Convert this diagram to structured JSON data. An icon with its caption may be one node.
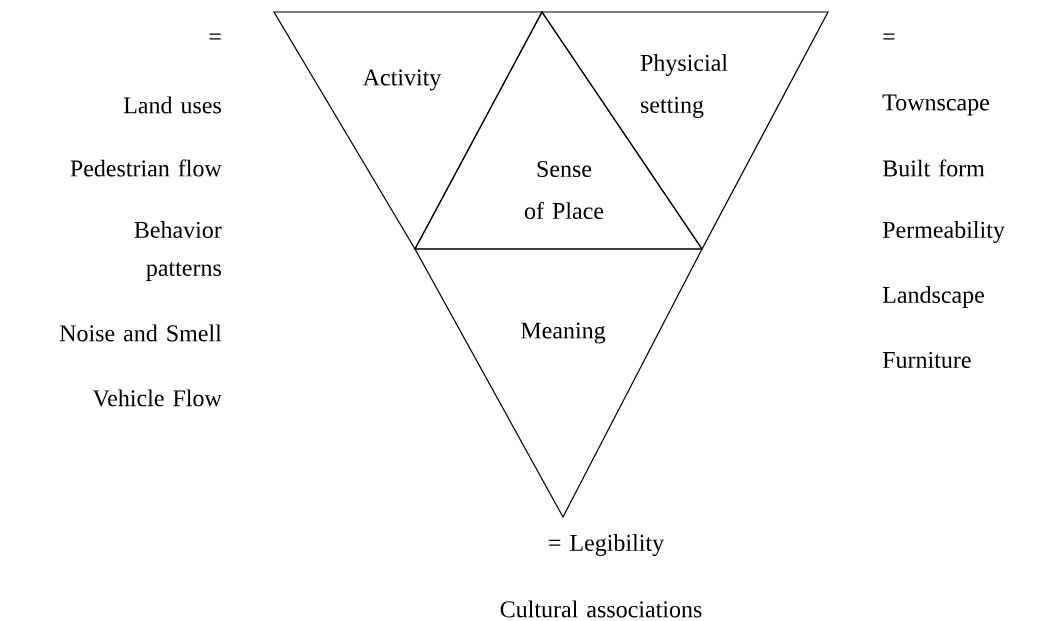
{
  "diagram": {
    "nodes": [
      {
        "text": [
          "Activity"
        ]
      },
      {
        "text": [
          "Physicial setting"
        ]
      },
      {
        "text": [
          "Sense of Place"
        ]
      },
      {
        "text": [
          "Meaning"
        ]
      }
    ],
    "labels": [
      "=",
      "Land uses",
      "Pedestrian flow",
      "Behavior patterns",
      "Noise and Smell",
      "Vehicle Flow",
      "=",
      "Townscape",
      "Built form",
      "Permeability",
      "Landscape",
      "Furniture",
      "= Legibility",
      "Cultural associations"
    ]
  }
}
